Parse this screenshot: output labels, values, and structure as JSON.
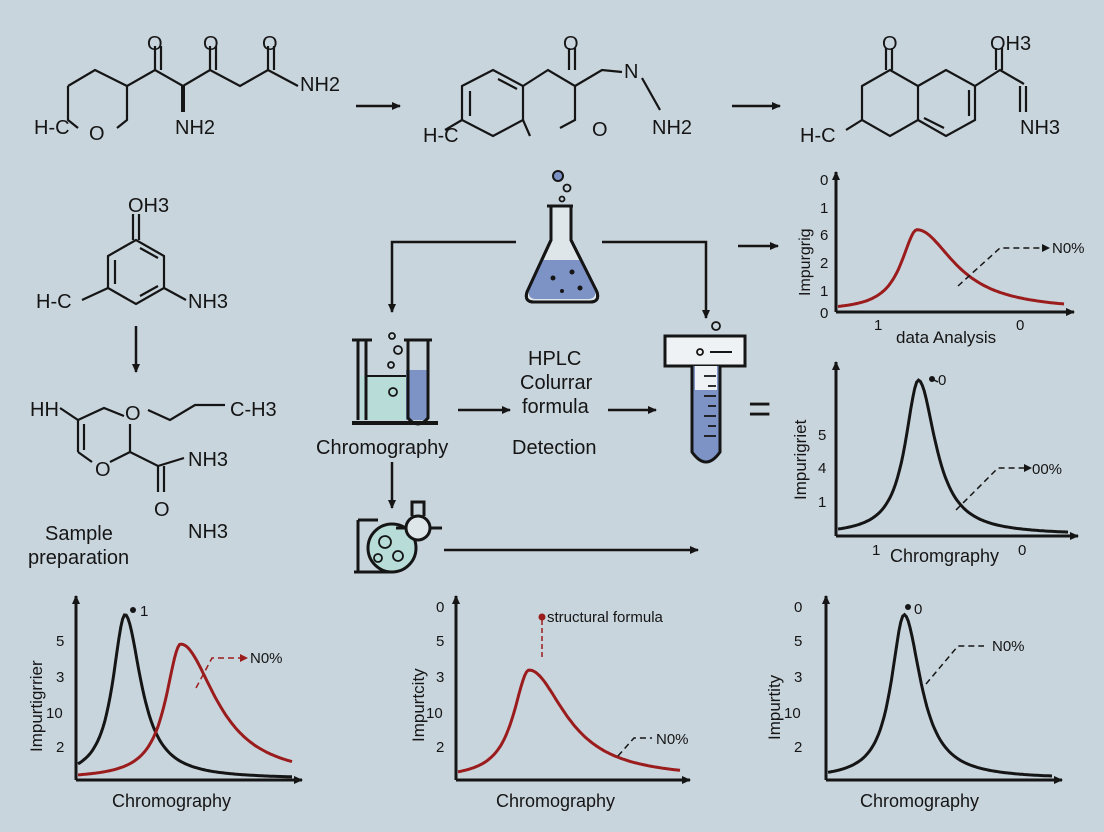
{
  "molecules": {
    "m1": {
      "atoms": [
        "O",
        "O",
        "O",
        "NH2",
        "NH2",
        "H-C",
        "O"
      ]
    },
    "m2": {
      "atoms": [
        "O",
        "N",
        "NH2",
        "H-C",
        "O"
      ]
    },
    "m3": {
      "atoms": [
        "O",
        "OH3",
        "NH3",
        "H-C"
      ]
    },
    "m4": {
      "atoms": [
        "OH3",
        "H-C",
        "NH3"
      ]
    },
    "m5": {
      "atoms": [
        "HH",
        "O",
        "C-H3",
        "O",
        "NH3",
        "O",
        "NH3"
      ]
    }
  },
  "labels": {
    "sample_preparation_line1": "Sample",
    "sample_preparation_line2": "preparation",
    "chromography": "Chromography",
    "hplc_line1": "HPLC",
    "hplc_line2": "Colurrar",
    "hplc_line3": "formula",
    "detection": "Detection",
    "equals": "="
  },
  "colors": {
    "background": "#c9d5dd",
    "ink": "#151515",
    "red_curve": "#9b1c1c",
    "liquid_blue": "#7d93c6",
    "liquid_teal": "#b8ddd8"
  },
  "chart_data": [
    {
      "type": "line",
      "ylabel": "Impurgrig",
      "xlabel": "data Analysis",
      "yticks": [
        "0",
        "1",
        "6",
        "2",
        "1",
        "0"
      ],
      "xticks": [
        "1",
        "0"
      ],
      "annotations": [
        "N0%"
      ],
      "series": [
        {
          "color": "#9b1c1c",
          "shape": "skewed-peak",
          "peak_x": 0.35,
          "peak_y": 0.63
        }
      ]
    },
    {
      "type": "line",
      "ylabel": "Impurigriet",
      "xlabel": "Chromgraphy",
      "yticks": [
        "5",
        "4",
        "1"
      ],
      "xticks": [
        "1",
        "0"
      ],
      "annotations": [
        "0",
        "00%"
      ],
      "series": [
        {
          "color": "#151515",
          "shape": "peak",
          "peak_x": 0.35,
          "peak_y": 0.95
        }
      ]
    },
    {
      "type": "line",
      "ylabel": "Impurtigrrier",
      "xlabel": "Chromography",
      "yticks": [
        "5",
        "3",
        "10",
        "2"
      ],
      "annotations": [
        "1",
        "N0%"
      ],
      "series": [
        {
          "color": "#151515",
          "shape": "peak",
          "peak_x": 0.22,
          "peak_y": 0.95
        },
        {
          "color": "#9b1c1c",
          "shape": "skewed-peak",
          "peak_x": 0.48,
          "peak_y": 0.78
        }
      ]
    },
    {
      "type": "line",
      "ylabel": "Impurtcity",
      "xlabel": "Chromography",
      "yticks": [
        "0",
        "5",
        "3",
        "10",
        "2"
      ],
      "annotations": [
        "structural formula",
        "N0%"
      ],
      "series": [
        {
          "color": "#9b1c1c",
          "shape": "skewed-peak",
          "peak_x": 0.32,
          "peak_y": 0.63
        }
      ]
    },
    {
      "type": "line",
      "ylabel": "Impurtity",
      "xlabel": "Chromography",
      "yticks": [
        "0",
        "5",
        "3",
        "10",
        "2"
      ],
      "annotations": [
        "0",
        "N0%"
      ],
      "series": [
        {
          "color": "#151515",
          "shape": "peak",
          "peak_x": 0.34,
          "peak_y": 0.95
        }
      ]
    }
  ]
}
